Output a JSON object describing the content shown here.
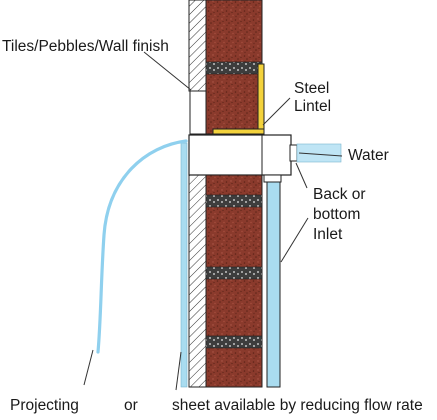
{
  "labels": {
    "wall_finish": "Tiles/Pebbles/Wall finish",
    "lintel_line1": "Steel",
    "lintel_line2": "Lintel",
    "water": "Water",
    "inlet_line1": "Back or",
    "inlet_line2": "bottom",
    "inlet_line3": "Inlet",
    "footer_projecting": "Projecting",
    "footer_or": "or",
    "footer_sheet": "sheet available by reducing flow rate"
  },
  "colors": {
    "brick": "#8a3a2c",
    "brick_speckle": "#5e2418",
    "mortar": "#3d3d3d",
    "mortar_dot": "#e8e8e8",
    "lintel": "#f3d23c",
    "water": "#a9dcf0",
    "water_stream": "#8fd0ee",
    "pipe": "#bfe5f5",
    "outline": "#222222"
  },
  "icons": {
    "lintel": "steel-lintel-icon",
    "inlet": "water-inlet-icon",
    "brick_wall": "brick-wall-icon"
  }
}
